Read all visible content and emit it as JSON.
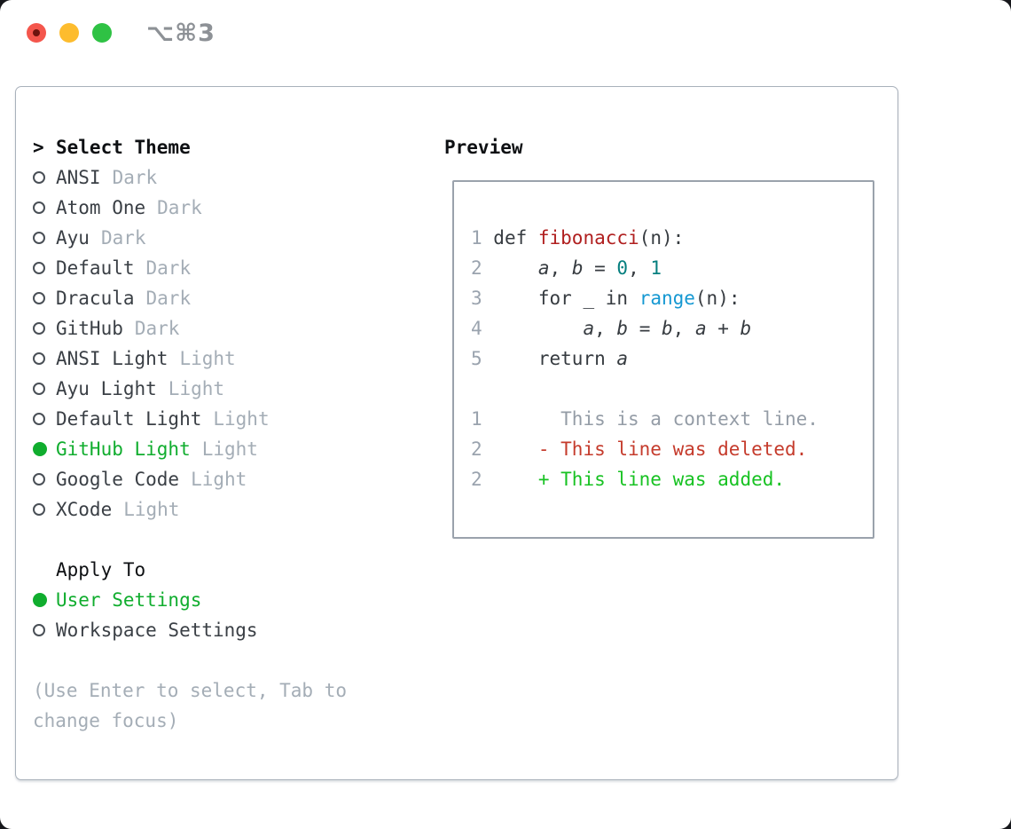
{
  "window": {
    "title": "⌥⌘3",
    "traffic_lights": {
      "close": "#f4564c",
      "minimize": "#fdbc2e",
      "zoom": "#2fc244",
      "close_inner_dot": "#6d140e"
    }
  },
  "palette": {
    "plain": "#363b40",
    "keyword": "#363b40",
    "function": "#b01f1f",
    "number": "#067f7f",
    "builtin": "#1598d2",
    "variable": "#363b40",
    "linenum": "#9aa3ae",
    "context": "#949ca6",
    "deleted": "#c53b2c",
    "added": "#17c222",
    "selected_green": "#10ad2e",
    "item_text": "#3a3f45",
    "header_text": "#0e1013",
    "variant_text": "#a4adb6",
    "hint_text": "#a4adb6",
    "title_text": "#8d9196"
  },
  "theme_panel": {
    "prompt": ">",
    "title": "Select Theme",
    "items": [
      {
        "name": "ANSI",
        "variant": "Dark",
        "selected": false
      },
      {
        "name": "Atom One",
        "variant": "Dark",
        "selected": false
      },
      {
        "name": "Ayu",
        "variant": "Dark",
        "selected": false
      },
      {
        "name": "Default",
        "variant": "Dark",
        "selected": false
      },
      {
        "name": "Dracula",
        "variant": "Dark",
        "selected": false
      },
      {
        "name": "GitHub",
        "variant": "Dark",
        "selected": false
      },
      {
        "name": "ANSI Light",
        "variant": "Light",
        "selected": false
      },
      {
        "name": "Ayu Light",
        "variant": "Light",
        "selected": false
      },
      {
        "name": "Default Light",
        "variant": "Light",
        "selected": false
      },
      {
        "name": "GitHub Light",
        "variant": "Light",
        "selected": true
      },
      {
        "name": "Google Code",
        "variant": "Light",
        "selected": false
      },
      {
        "name": "XCode",
        "variant": "Light",
        "selected": false
      }
    ],
    "apply_to": {
      "title": "Apply To",
      "options": [
        {
          "label": "User Settings",
          "selected": true
        },
        {
          "label": "Workspace Settings",
          "selected": false
        }
      ]
    },
    "hint_lines": [
      "(Use Enter to select, Tab to",
      "change focus)"
    ]
  },
  "preview": {
    "title": "Preview",
    "lines": [
      [
        {
          "style": "linenum",
          "text": "1 "
        },
        {
          "style": "keyword",
          "text": "def "
        },
        {
          "style": "function",
          "text": "fibonacci"
        },
        {
          "style": "plain",
          "text": "(n):"
        }
      ],
      [
        {
          "style": "linenum",
          "text": "2 "
        },
        {
          "style": "plain",
          "text": "    "
        },
        {
          "style": "variable",
          "text": "a"
        },
        {
          "style": "plain",
          "text": ", "
        },
        {
          "style": "variable",
          "text": "b"
        },
        {
          "style": "plain",
          "text": " = "
        },
        {
          "style": "number",
          "text": "0"
        },
        {
          "style": "plain",
          "text": ", "
        },
        {
          "style": "number",
          "text": "1"
        }
      ],
      [
        {
          "style": "linenum",
          "text": "3 "
        },
        {
          "style": "plain",
          "text": "    "
        },
        {
          "style": "keyword",
          "text": "for "
        },
        {
          "style": "plain",
          "text": "_ "
        },
        {
          "style": "keyword",
          "text": "in "
        },
        {
          "style": "builtin",
          "text": "range"
        },
        {
          "style": "plain",
          "text": "(n):"
        }
      ],
      [
        {
          "style": "linenum",
          "text": "4 "
        },
        {
          "style": "plain",
          "text": "        "
        },
        {
          "style": "variable",
          "text": "a"
        },
        {
          "style": "plain",
          "text": ", "
        },
        {
          "style": "variable",
          "text": "b"
        },
        {
          "style": "plain",
          "text": " = "
        },
        {
          "style": "variable",
          "text": "b"
        },
        {
          "style": "plain",
          "text": ", "
        },
        {
          "style": "variable",
          "text": "a"
        },
        {
          "style": "plain",
          "text": " + "
        },
        {
          "style": "variable",
          "text": "b"
        }
      ],
      [
        {
          "style": "linenum",
          "text": "5 "
        },
        {
          "style": "plain",
          "text": "    "
        },
        {
          "style": "keyword",
          "text": "return "
        },
        {
          "style": "variable",
          "text": "a"
        }
      ],
      [],
      [
        {
          "style": "linenum",
          "text": "1 "
        },
        {
          "style": "context",
          "text": "      This is a context line."
        }
      ],
      [
        {
          "style": "linenum",
          "text": "2 "
        },
        {
          "style": "deleted",
          "text": "    - This line was deleted."
        }
      ],
      [
        {
          "style": "linenum",
          "text": "2 "
        },
        {
          "style": "added",
          "text": "    + This line was added."
        }
      ]
    ]
  }
}
